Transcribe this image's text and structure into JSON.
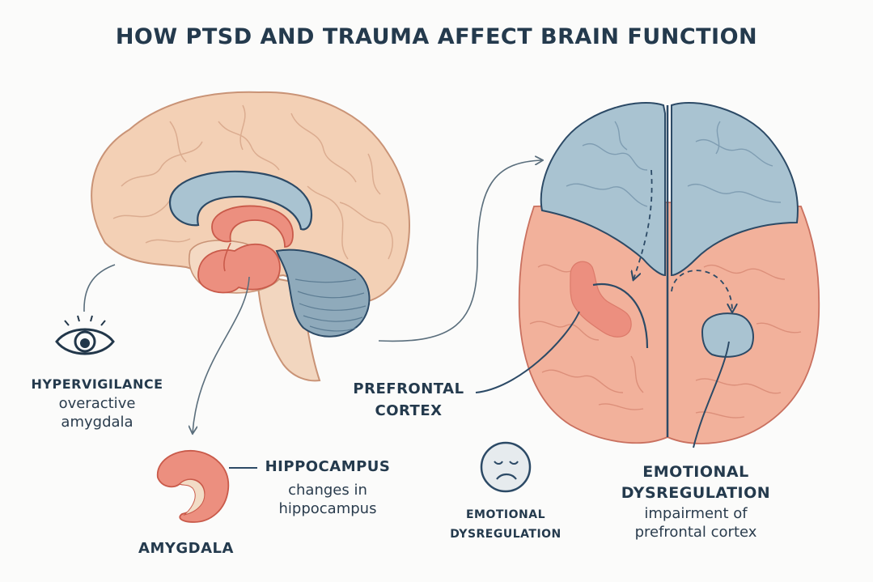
{
  "title": "HOW PTSD AND TRAUMA AFFECT BRAIN FUNCTION",
  "colors": {
    "background": "#fbfbfa",
    "text": "#243a4d",
    "brain_tan": "#f2cfb4",
    "brain_outline": "#c99376",
    "blue_region": "#a9c3d1",
    "blue_outline": "#2c4a66",
    "red_region": "#ec8f7f",
    "red_outline": "#c95a4a",
    "pink_lobe": "#f2b19b",
    "arrow": "#5a6e7c"
  },
  "labels": {
    "hypervigilance": {
      "title": "HYPERVIGILANCE",
      "line1": "overactive",
      "line2": "amygdala",
      "icon": "eye-icon"
    },
    "hippocampus": {
      "title": "HIPPOCAMPUS",
      "line1": "changes in",
      "line2": "hippocampus"
    },
    "amygdala": {
      "title": "AMYGDALA"
    },
    "prefrontal": {
      "line1": "PREFRONTAL",
      "line2": "CORTEX"
    },
    "emotional_center": {
      "line1": "EMOTIONAL",
      "line2": "DYSREGULATION",
      "icon": "sad-face-icon"
    },
    "emotional_right": {
      "line1": "EMOTIONAL",
      "line2": "DYSREGULATION",
      "line3": "impairment of",
      "line4": "prefrontal cortex"
    }
  },
  "figures": [
    {
      "name": "sagittal-brain",
      "description": "side view of brain with highlighted limbic regions"
    },
    {
      "name": "top-view-brain",
      "description": "top view of brain with blue frontal and pink posterior regions"
    }
  ]
}
